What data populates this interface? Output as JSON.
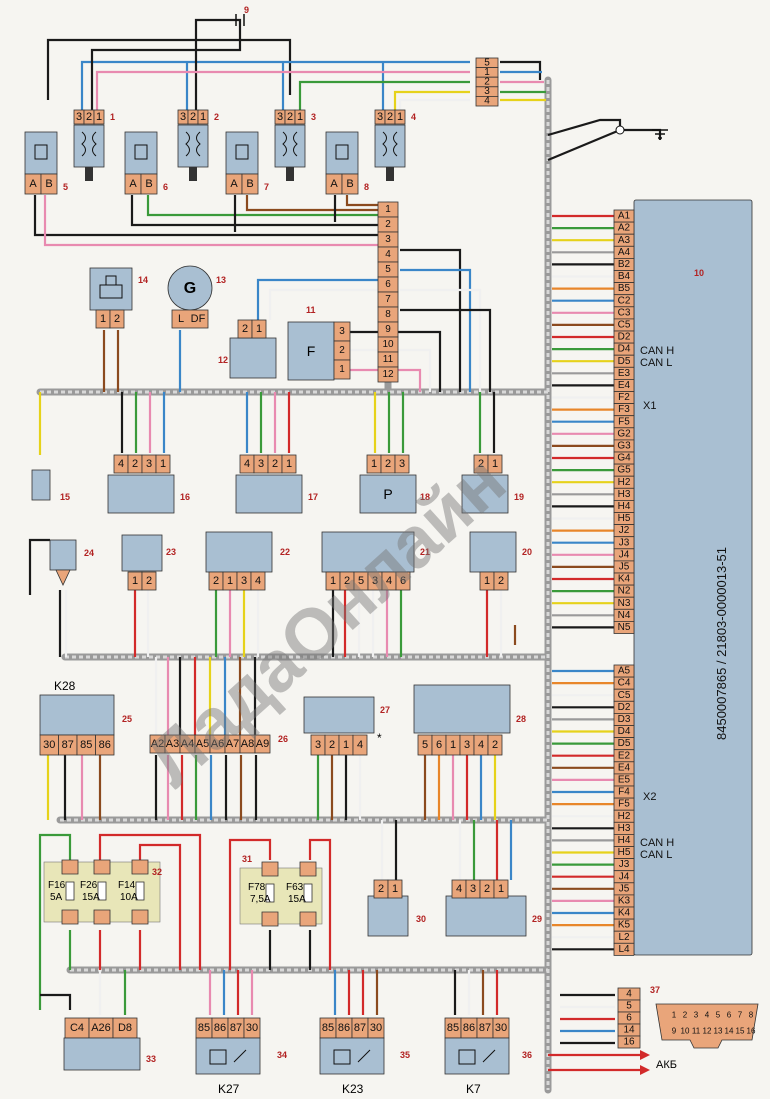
{
  "ecu": {
    "number": "10",
    "part_number": "8450007865 / 21803-0000013-51",
    "x1_label": "X1",
    "x2_label": "X2",
    "x1_pins": [
      "A1",
      "A2",
      "A3",
      "A4",
      "B2",
      "B4",
      "B5",
      "C2",
      "C3",
      "C5",
      "D2",
      "D4",
      "D5",
      "E3",
      "E4",
      "F2",
      "F3",
      "F5",
      "G2",
      "G3",
      "G4",
      "G5",
      "H2",
      "H3",
      "H4",
      "H5",
      "J2",
      "J3",
      "J4",
      "J5",
      "K4",
      "N2",
      "N3",
      "N4",
      "N5"
    ],
    "x2_pins": [
      "A5",
      "C4",
      "C5",
      "D2",
      "D3",
      "D4",
      "D5",
      "E2",
      "E4",
      "E5",
      "F4",
      "F5",
      "H2",
      "H3",
      "H4",
      "H5",
      "J3",
      "J4",
      "J5",
      "K3",
      "K4",
      "K5",
      "L2",
      "L4"
    ],
    "x1_can_h": "CAN H",
    "x1_can_l": "CAN L",
    "x2_can_h": "CAN H",
    "x2_can_l": "CAN L"
  },
  "labels": {
    "c9": "9",
    "ign1": "1",
    "ign2": "2",
    "ign3": "3",
    "ign4": "4",
    "inj5": "5",
    "inj6": "6",
    "inj7": "7",
    "inj8": "8",
    "c11": "11",
    "c12": "12",
    "c13": "13",
    "c14": "14",
    "c15": "15",
    "c16": "16",
    "c17": "17",
    "c18": "18",
    "c19": "19",
    "c20": "20",
    "c21": "21",
    "c22": "22",
    "c23": "23",
    "c24": "24",
    "c25": "25",
    "c26": "26",
    "c27": "27",
    "c28": "28",
    "c29": "29",
    "c30": "30",
    "c31": "31",
    "c32": "32",
    "c33": "33",
    "c34": "34",
    "c35": "35",
    "c36": "36",
    "c37": "37",
    "k28": "K28",
    "k27": "K27",
    "k23": "K23",
    "k7": "K7",
    "generator": "G",
    "gen_pins": [
      "L",
      "DF"
    ],
    "f_block": "F",
    "p_block": "P",
    "akb": "АКБ",
    "asterisk": "*"
  },
  "pins": {
    "ign": [
      "3",
      "2",
      "1"
    ],
    "inj": [
      "A",
      "B"
    ],
    "splice_top": [
      "5",
      "1",
      "2",
      "3",
      "4"
    ],
    "splice_mid": [
      "1",
      "2",
      "3",
      "4",
      "5",
      "6",
      "7",
      "8",
      "9",
      "10",
      "11",
      "12"
    ],
    "c11": [
      "3",
      "2",
      "1"
    ],
    "c12": [
      "2",
      "1"
    ],
    "c14": [
      "1",
      "2"
    ],
    "c16": [
      "4",
      "2",
      "3",
      "1"
    ],
    "c17": [
      "4",
      "3",
      "2",
      "1"
    ],
    "c18": [
      "1",
      "2",
      "3"
    ],
    "c19": [
      "2",
      "1"
    ],
    "c20": [
      "1",
      "2"
    ],
    "c21": [
      "1",
      "2",
      "5",
      "3",
      "4",
      "6"
    ],
    "c22": [
      "2",
      "1",
      "3",
      "4"
    ],
    "c23": [
      "1",
      "2"
    ],
    "c25": [
      "30",
      "87",
      "85",
      "86"
    ],
    "c26": [
      "A2",
      "A3",
      "A4",
      "A5",
      "A6",
      "A7",
      "A8",
      "A9"
    ],
    "c27": [
      "3",
      "2",
      "1",
      "4"
    ],
    "c28": [
      "5",
      "6",
      "1",
      "3",
      "4",
      "2"
    ],
    "c29": [
      "4",
      "3",
      "2",
      "1"
    ],
    "c30": [
      "2",
      "1"
    ],
    "c33": [
      "C4",
      "A26",
      "D8"
    ],
    "relay": [
      "85",
      "86",
      "87",
      "30"
    ],
    "c37": [
      "4",
      "5",
      "6",
      "14",
      "16"
    ],
    "obd_top": [
      "1",
      "2",
      "3",
      "4",
      "5",
      "6",
      "7",
      "8"
    ],
    "obd_bottom": [
      "9",
      "10",
      "11",
      "12",
      "13",
      "14",
      "15",
      "16"
    ]
  },
  "fuses": [
    {
      "name": "F16",
      "rating": "5A"
    },
    {
      "name": "F26",
      "rating": "15A"
    },
    {
      "name": "F14",
      "rating": "10A"
    },
    {
      "name": "F78",
      "rating": "7,5A"
    },
    {
      "name": "F63",
      "rating": "15A"
    }
  ],
  "watermark": "ЛадаОнлайн",
  "wire_colors": {
    "black": "#1a1a1a",
    "blue": "#3a86c8",
    "green": "#3a9a3a",
    "red": "#d22a2a",
    "white": "#f0f0f0",
    "yellow": "#e6d21a",
    "brown": "#8b4a1e",
    "pink": "#e88ab0",
    "orange": "#e8862a",
    "gray": "#9a9a9a",
    "violet": "#7a4aa8"
  }
}
